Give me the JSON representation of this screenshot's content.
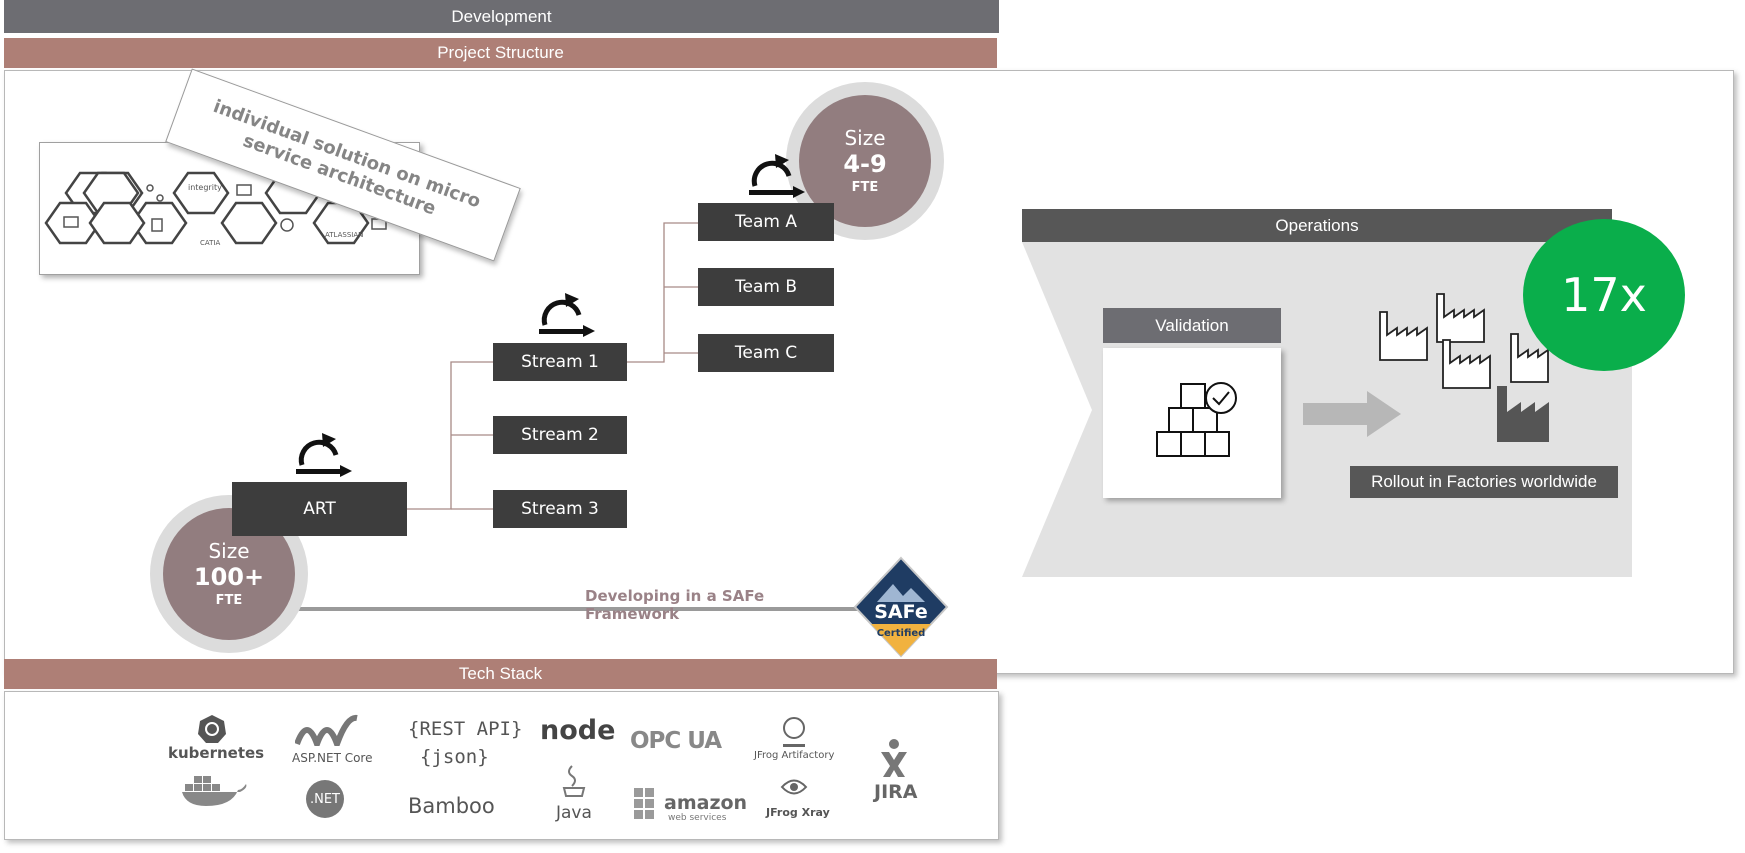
{
  "headers": {
    "development": "Development",
    "project_structure": "Project Structure",
    "tech_stack": "Tech Stack"
  },
  "banner": {
    "text": "individual solution on micro service architecture"
  },
  "hex_logos": {
    "integrity": "integrity",
    "catia": "CATIA",
    "atlassian": "ATLASSIAN"
  },
  "hierarchy": {
    "art": "ART",
    "streams": [
      "Stream 1",
      "Stream 2",
      "Stream 3"
    ],
    "teams": [
      "Team A",
      "Team B",
      "Team C"
    ]
  },
  "size_team": {
    "line1": "Size",
    "line2": "4-9",
    "line3": "FTE"
  },
  "size_art": {
    "line1": "Size",
    "line2": "100+",
    "line3": "FTE"
  },
  "safe": {
    "caption": "Developing in a SAFe Framework",
    "badge_title": "SAFe",
    "badge_sub": "Certified"
  },
  "operations": {
    "title": "Operations",
    "validation": "Validation",
    "rollout": "Rollout in Factories worldwide",
    "factor": "17x"
  },
  "tech_logos": {
    "kubernetes": "kubernetes",
    "aspnet": "ASP.NET Core",
    "rest_api": "{REST API}",
    "json": "{json}",
    "node": "node",
    "opcua": "OPC UA",
    "jfrog_artifactory": "JFrog Artifactory",
    "dotnet": ".NET",
    "bamboo": "Bamboo",
    "java": "Java",
    "amazon": "amazon",
    "aws_sub": "web services",
    "jfrog_xray": "JFrog Xray",
    "jira": "JIRA"
  },
  "colors": {
    "dev_bar": "#6d6d72",
    "section_bar": "#ae7f76",
    "node": "#3d3d3d",
    "size_circle": "#927d7f",
    "green": "#0aae4b",
    "safe_blue": "#1f3c63",
    "safe_gold": "#f1b23f"
  }
}
